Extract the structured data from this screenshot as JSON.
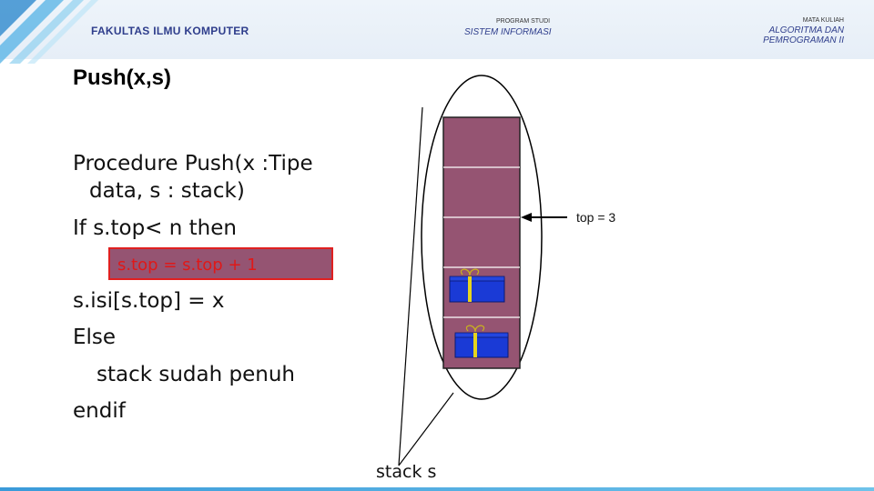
{
  "header": {
    "faculty": "FAKULTAS ILMU KOMPUTER",
    "prodi_label": "PROGRAM STUDI",
    "prodi_value": "SISTEM INFORMASI",
    "mk_label": "MATA KULIAH",
    "mk_value": "ALGORITMA DAN PEMROGRAMAN II"
  },
  "title": "Push(x,s)",
  "code": {
    "line1": "Procedure Push(x :Tipe",
    "line2": "data, s : stack)",
    "line3": "If s.top< n then",
    "highlight": "s.top = s.top + 1",
    "line5": "s.isi[s.top] = x",
    "line6": "Else",
    "line7": "stack sudah penuh",
    "line8": "endif"
  },
  "diagram": {
    "top_label": "top = 3",
    "stack_label": "stack s",
    "slot_color": "#955472",
    "gift_color": "#1a3ad6",
    "ribbon_color": "#e6d41e",
    "slots": 5,
    "filled_slots": 2
  }
}
